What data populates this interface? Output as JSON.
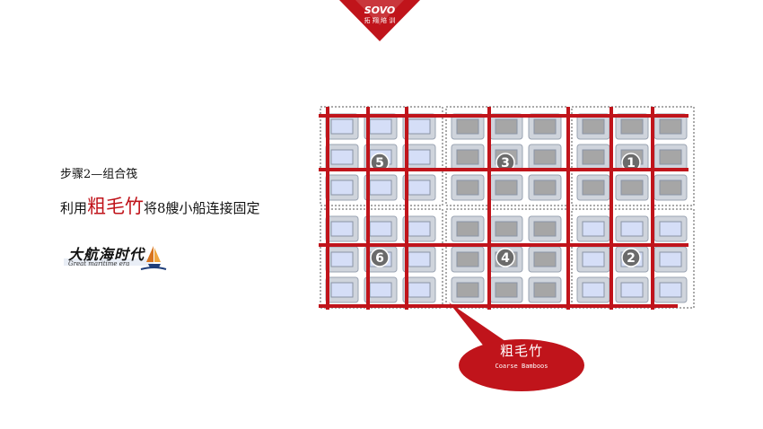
{
  "header": {
    "logo_text_top": "SOVO",
    "logo_text_bottom": "拓 翔 培 训"
  },
  "step": {
    "title": "步骤2—组合筏",
    "desc_prefix": "利用",
    "desc_highlight": "粗毛竹",
    "desc_suffix": "将8艘小船连接固定"
  },
  "brand": {
    "name": "大航海时代",
    "sub": "Great maritime era"
  },
  "diagram": {
    "groups": [
      {
        "number": "5",
        "boat_color": "blue"
      },
      {
        "number": "3",
        "boat_color": "gray"
      },
      {
        "number": "1",
        "boat_color": "gray"
      },
      {
        "number": "6",
        "boat_color": "blue"
      },
      {
        "number": "4",
        "boat_color": "gray"
      },
      {
        "number": "2",
        "boat_color": "blue"
      }
    ],
    "colors": {
      "bamboo": "#c0141b",
      "gray_boat": "#a6a6a6",
      "blue_boat": "#d5def7",
      "float": "#cfd4dc"
    }
  },
  "callout": {
    "title": "粗毛竹",
    "subtitle": "Coarse Bamboos"
  }
}
